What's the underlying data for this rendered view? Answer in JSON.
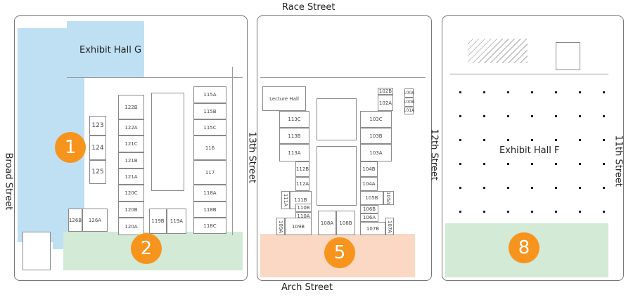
{
  "streets": {
    "race": "Race Street",
    "arch": "Arch Street",
    "broad": "Broad Street",
    "thirteenth": "13th Street",
    "twelfth": "12th Street",
    "eleventh": "11th Street"
  },
  "halls": {
    "g": "Exhibit Hall G",
    "f": "Exhibit Hall F",
    "lecture": "Lecture Hall"
  },
  "markers": {
    "m1": "1",
    "m2": "2",
    "m5": "5",
    "m8": "8"
  },
  "colors": {
    "marker": "#f7941d",
    "zone_blue": "#bfe0f3",
    "zone_green": "#d3ead6",
    "zone_peach": "#fad8c3"
  },
  "rooms": {
    "r123": "123",
    "r124": "124",
    "r125": "125",
    "r122B": "122B",
    "r122A": "122A",
    "r121C": "121C",
    "r121B": "121B",
    "r121A": "121A",
    "r120C": "120C",
    "r120B": "120B",
    "r120A": "120A",
    "r119B": "119B",
    "r119A": "119A",
    "r126B": "126B",
    "r126A": "126A",
    "r115A": "115A",
    "r115B": "115B",
    "r115C": "115C",
    "r116": "116",
    "r117": "117",
    "r118A": "118A",
    "r118B": "118B",
    "r118C": "118C",
    "r113C": "113C",
    "r113B": "113B",
    "r113A": "113A",
    "r112B": "112B",
    "r112A": "112A",
    "r111A": "111A",
    "r111B": "111B",
    "r110B": "110B",
    "r110A": "110A",
    "r109A": "109A",
    "r109B": "109B",
    "r108A": "108A",
    "r108B": "108B",
    "r102B": "102B",
    "r102A": "102A",
    "r100A": "100A",
    "r100B": "100B",
    "r101A": "101A",
    "r103C": "103C",
    "r103B": "103B",
    "r103A": "103A",
    "r104B": "104B",
    "r104A": "104A",
    "r105B": "105B",
    "r105A": "105A",
    "r106B": "106B",
    "r106A": "106A",
    "r107B": "107B",
    "r107A": "107A"
  }
}
